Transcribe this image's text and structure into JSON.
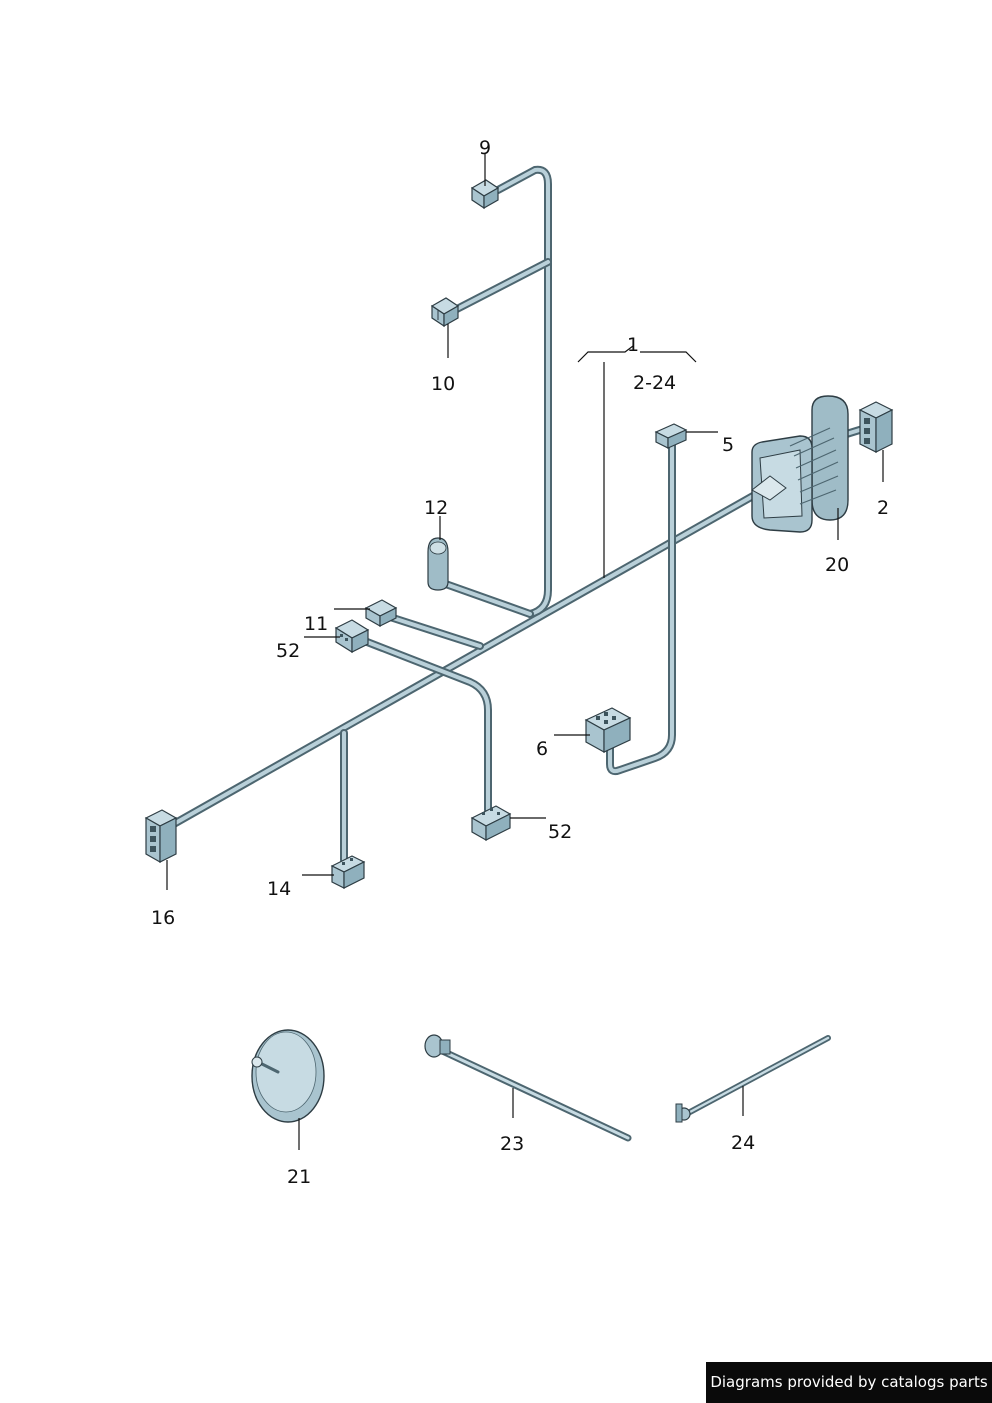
{
  "labels": {
    "l1": "1",
    "l2_24": "2-24",
    "l2": "2",
    "l5": "5",
    "l6": "6",
    "l9": "9",
    "l10": "10",
    "l11": "11",
    "l12": "12",
    "l14": "14",
    "l16": "16",
    "l20": "20",
    "l21": "21",
    "l23": "23",
    "l24": "24",
    "l52a": "52",
    "l52b": "52"
  },
  "footer": {
    "text": "Diagrams provided by catalogs parts"
  }
}
